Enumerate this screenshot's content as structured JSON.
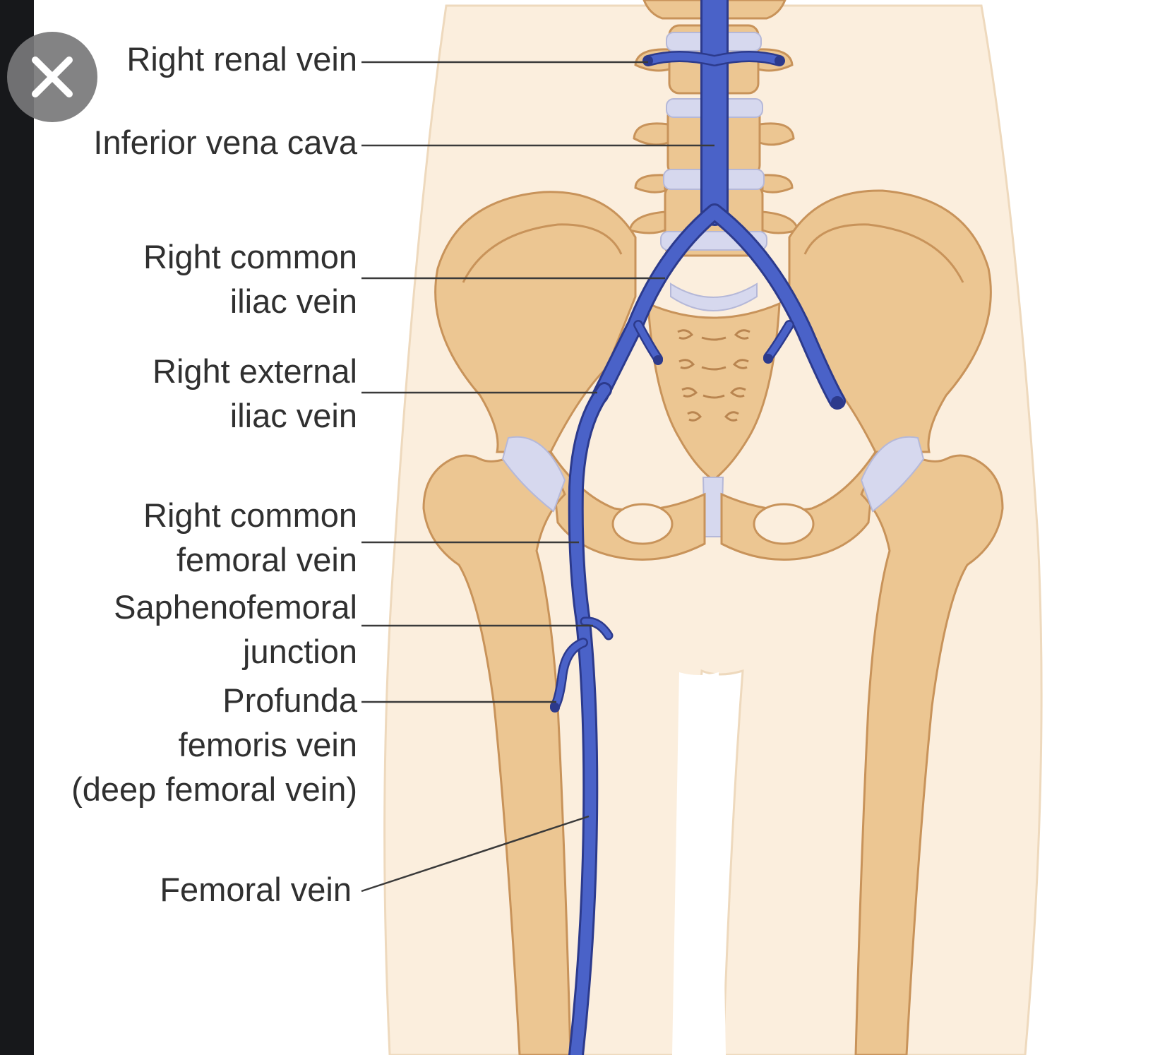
{
  "labels": {
    "right_renal_vein": "Right renal vein",
    "inferior_vena_cava": "Inferior vena cava",
    "right_common_iliac_vein": [
      "Right common",
      "iliac vein"
    ],
    "right_external_iliac_vein": [
      "Right external",
      "iliac vein"
    ],
    "right_common_femoral_vein": [
      "Right common",
      "femoral vein"
    ],
    "saphenofemoral_junction": [
      "Saphenofemoral",
      "junction"
    ],
    "profunda_femoris_vein": [
      "Profunda",
      "femoris vein",
      "(deep femoral vein)"
    ],
    "femoral_vein": "Femoral vein"
  },
  "colors": {
    "vein": "#4a62c8",
    "vein_dark": "#2c3a8c",
    "bone": "#ecc692",
    "bone_outline": "#c8935a",
    "skin": "#fbeedd",
    "disc": "#d6d8ee",
    "label_text": "#303030"
  },
  "icons": {
    "close": "close-icon"
  }
}
